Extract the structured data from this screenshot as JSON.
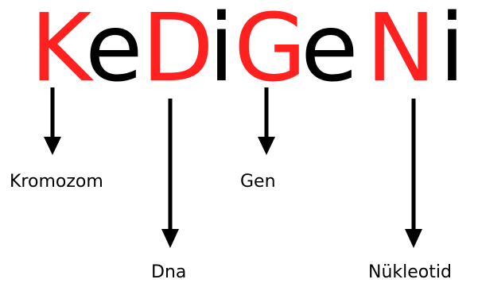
{
  "mnemonic": {
    "letters": [
      {
        "char": "K",
        "color": "#ff2020"
      },
      {
        "char": "e",
        "color": "#000000"
      },
      {
        "char": "D",
        "color": "#ff2020"
      },
      {
        "char": "i",
        "color": "#000000"
      },
      {
        "char": "G",
        "color": "#ff2020"
      },
      {
        "char": "e",
        "color": "#000000"
      },
      {
        "char": "N",
        "color": "#ff2020"
      },
      {
        "char": "i",
        "color": "#000000"
      }
    ]
  },
  "labels": {
    "kromozom": "Kromozom",
    "dna": "Dna",
    "gen": "Gen",
    "nukleotid": "Nükleotid"
  },
  "colors": {
    "highlight": "#ff2020",
    "text": "#000000",
    "arrow": "#000000"
  }
}
